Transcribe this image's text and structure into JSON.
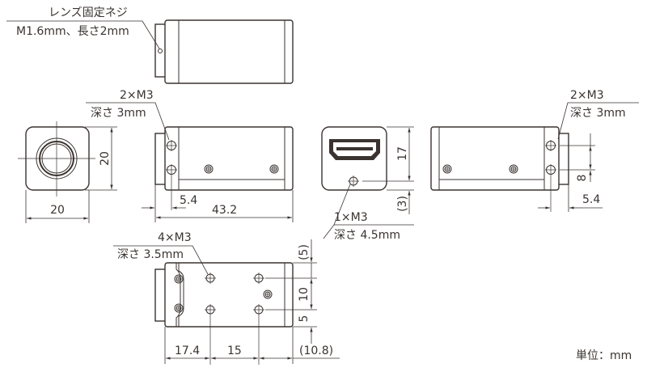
{
  "labels": {
    "lens_screw_line1": "レンズ固定ネジ",
    "lens_screw_line2": "M1.6mm、長さ2mm",
    "side_holes_left_line1": "2×M3",
    "side_holes_left_line2": "深さ 3mm",
    "side_holes_right_line1": "2×M3",
    "side_holes_right_line2": "深さ 3mm",
    "back_hole_line1": "1×M3",
    "back_hole_line2": "深さ 4.5mm",
    "bottom_holes_line1": "4×M3",
    "bottom_holes_line2": "深さ 3.5mm",
    "unit": "単位：mm"
  },
  "dimensions": {
    "front_height": "20",
    "front_width": "20",
    "side_hole_offset_left": "5.4",
    "side_length": "43.2",
    "back_hole_height": "17",
    "back_bottom": "(3)",
    "side_hole_spacing": "8",
    "side_hole_offset_right": "5.4",
    "bottom_top_margin": "(5)",
    "bottom_hole_spacing_v": "10",
    "bottom_bottom_margin": "5",
    "bottom_offset_front": "17.4",
    "bottom_hole_spacing_h": "15",
    "bottom_offset_rear": "(10.8)"
  }
}
